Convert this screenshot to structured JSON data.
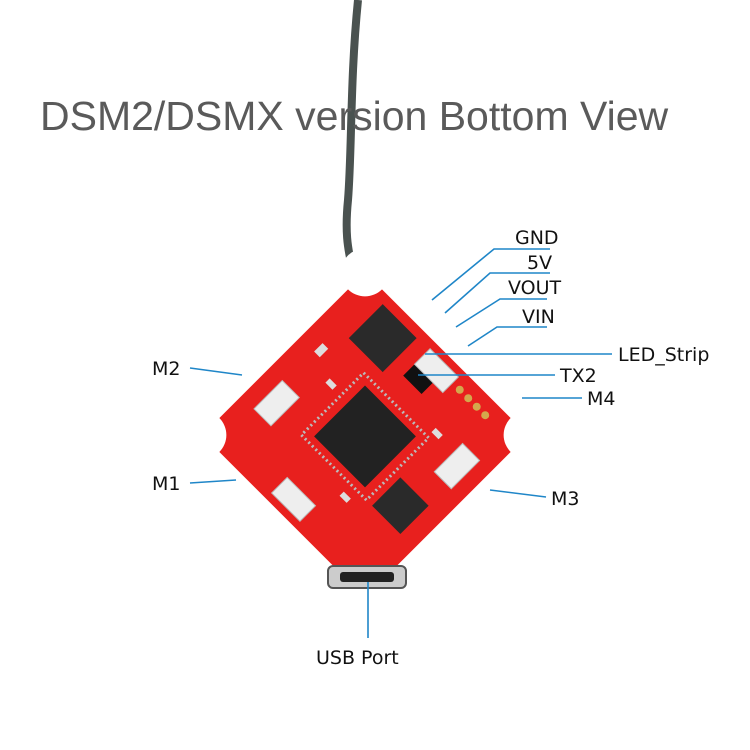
{
  "title": "DSM2/DSMX version Bottom View",
  "labels": {
    "gnd": "GND",
    "v5": "5V",
    "vout": "VOUT",
    "vin": "VIN",
    "led_strip": "LED_Strip",
    "tx2": "TX2",
    "m4": "M4",
    "m3": "M3",
    "m2": "M2",
    "m1": "M1",
    "usb_port": "USB Port"
  },
  "colors": {
    "board": "#e8201e",
    "leader_line": "#1f86c8",
    "antenna": "#4a5250",
    "title": "#5a5a5a"
  }
}
